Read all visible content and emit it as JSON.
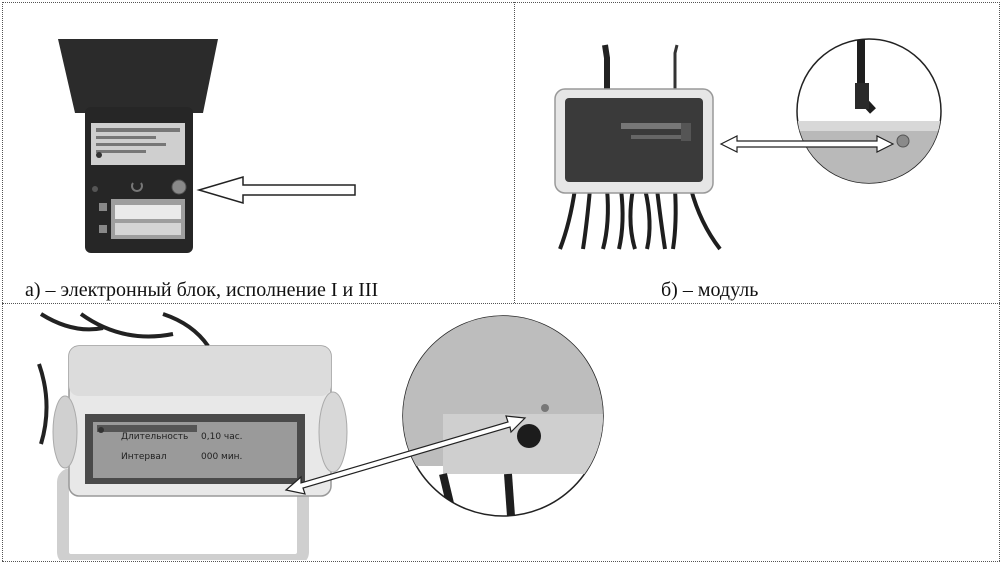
{
  "figure": {
    "caption_a": "а) – электронный блок, исполнение I и III",
    "caption_b": "б) – модуль"
  },
  "device_c": {
    "screen_line1_label": "Длительность",
    "screen_line1_value": "0,10 час.",
    "screen_line2_label": "Интервал",
    "screen_line2_value": "000 мин."
  },
  "colors": {
    "device_dark": "#2b2b2b",
    "device_panel": "#3a3a3a",
    "case_light": "#e8e8e8",
    "magnifier_bg": "#b9b9b9"
  }
}
